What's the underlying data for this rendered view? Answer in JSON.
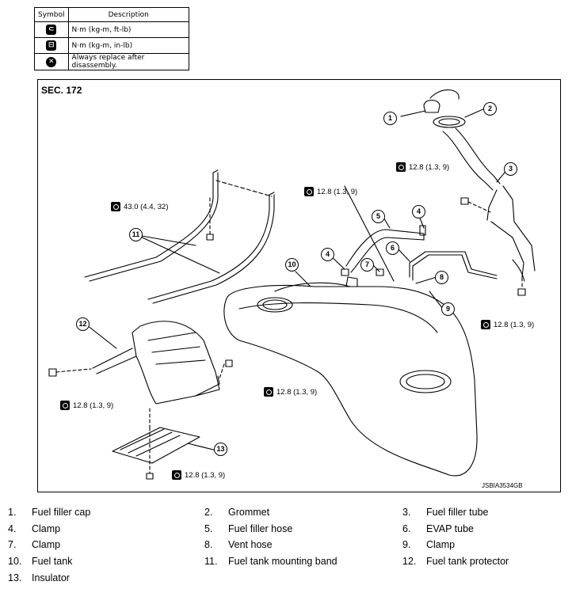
{
  "legend": {
    "header_symbol": "Symbol",
    "header_description": "Description",
    "rows": [
      {
        "icon": "torque-wrench-icon",
        "description": "N·m (kg-m, ft-lb)"
      },
      {
        "icon": "torque-wrench-small-icon",
        "description": "N·m (kg-m, in-lb)"
      },
      {
        "icon": "replace-icon",
        "description": "Always replace after disassembly."
      }
    ]
  },
  "diagram": {
    "section": "SEC. 172",
    "code": "JSBIA3534GB",
    "torques": [
      "12.8 (1.3, 9)",
      "12.8 (1.3, 9)",
      "43.0 (4.4, 32)",
      "12.8 (1.3, 9)",
      "12.8 (1.3, 9)",
      "12.8 (1.3, 9)",
      "12.8 (1.3, 9)"
    ],
    "callouts": [
      "1",
      "2",
      "3",
      "4",
      "5",
      "6",
      "7",
      "8",
      "9",
      "10",
      "11",
      "12",
      "13",
      "4"
    ]
  },
  "parts": [
    {
      "num": "1.",
      "name": "Fuel filler cap"
    },
    {
      "num": "2.",
      "name": "Grommet"
    },
    {
      "num": "3.",
      "name": "Fuel filler tube"
    },
    {
      "num": "4.",
      "name": "Clamp"
    },
    {
      "num": "5.",
      "name": "Fuel filler hose"
    },
    {
      "num": "6.",
      "name": "EVAP tube"
    },
    {
      "num": "7.",
      "name": "Clamp"
    },
    {
      "num": "8.",
      "name": "Vent hose"
    },
    {
      "num": "9.",
      "name": "Clamp"
    },
    {
      "num": "10.",
      "name": "Fuel tank"
    },
    {
      "num": "11.",
      "name": "Fuel tank mounting band"
    },
    {
      "num": "12.",
      "name": "Fuel tank protector"
    },
    {
      "num": "13.",
      "name": "Insulator"
    }
  ]
}
